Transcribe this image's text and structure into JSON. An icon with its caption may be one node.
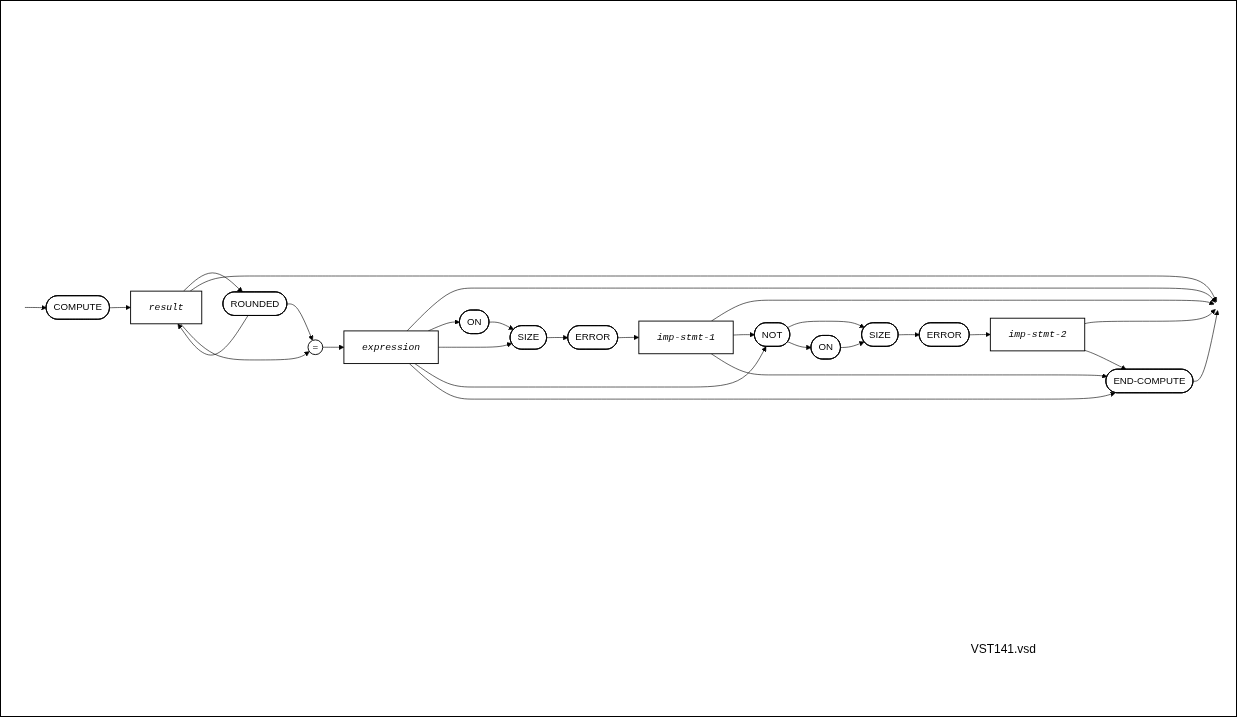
{
  "diagram": {
    "nodes": [
      {
        "text": [
          "COMPUTE"
        ]
      },
      {
        "text": [
          "result"
        ]
      },
      {
        "text": [
          "ROUNDED"
        ]
      },
      {
        "text": [
          "="
        ]
      },
      {
        "text": [
          "expression"
        ]
      },
      {
        "text": [
          "ON"
        ]
      },
      {
        "text": [
          "SIZE"
        ]
      },
      {
        "text": [
          "ERROR"
        ]
      },
      {
        "text": [
          "imp-stmt-1"
        ]
      },
      {
        "text": [
          "NOT"
        ]
      },
      {
        "text": [
          "ON"
        ]
      },
      {
        "text": [
          "SIZE"
        ]
      },
      {
        "text": [
          "ERROR"
        ]
      },
      {
        "text": [
          "imp-stmt-2"
        ]
      },
      {
        "text": [
          "END-COMPUTE"
        ]
      }
    ],
    "edges": [
      {
        "from": null,
        "to": 0,
        "arrow": "to"
      },
      {
        "from": 0,
        "to": 1,
        "arrow": "to"
      },
      {
        "from": 1,
        "to": 2,
        "arrow": "to"
      },
      {
        "from": 2,
        "to": 1,
        "arrow": "to"
      },
      {
        "from": 1,
        "to": null,
        "arrow": "to"
      },
      {
        "from": 1,
        "to": 3,
        "arrow": "to"
      },
      {
        "from": 2,
        "to": 3,
        "arrow": "to"
      },
      {
        "from": 3,
        "to": 4,
        "arrow": "to"
      },
      {
        "from": 4,
        "to": null,
        "arrow": "to"
      },
      {
        "from": 4,
        "to": 5,
        "arrow": "to"
      },
      {
        "from": 4,
        "to": 6,
        "arrow": "to"
      },
      {
        "from": 5,
        "to": 6,
        "arrow": "to"
      },
      {
        "from": 6,
        "to": 7,
        "arrow": "to"
      },
      {
        "from": 7,
        "to": 8,
        "arrow": "to"
      },
      {
        "from": 8,
        "to": null,
        "arrow": "to"
      },
      {
        "from": 4,
        "to": 9,
        "arrow": "to"
      },
      {
        "from": 8,
        "to": 9,
        "arrow": "to"
      },
      {
        "from": 9,
        "to": 11,
        "arrow": "to"
      },
      {
        "from": 9,
        "to": 10,
        "arrow": "to"
      },
      {
        "from": 10,
        "to": 11,
        "arrow": "to"
      },
      {
        "from": 11,
        "to": 12,
        "arrow": "to"
      },
      {
        "from": 12,
        "to": 13,
        "arrow": "to"
      },
      {
        "from": 13,
        "to": null,
        "arrow": "to"
      },
      {
        "from": 4,
        "to": 14,
        "arrow": "to"
      },
      {
        "from": 8,
        "to": 14,
        "arrow": "to"
      },
      {
        "from": 13,
        "to": 14,
        "arrow": "to"
      },
      {
        "from": 14,
        "to": null,
        "arrow": "to"
      }
    ],
    "labels": [
      "VST141.vsd"
    ]
  }
}
